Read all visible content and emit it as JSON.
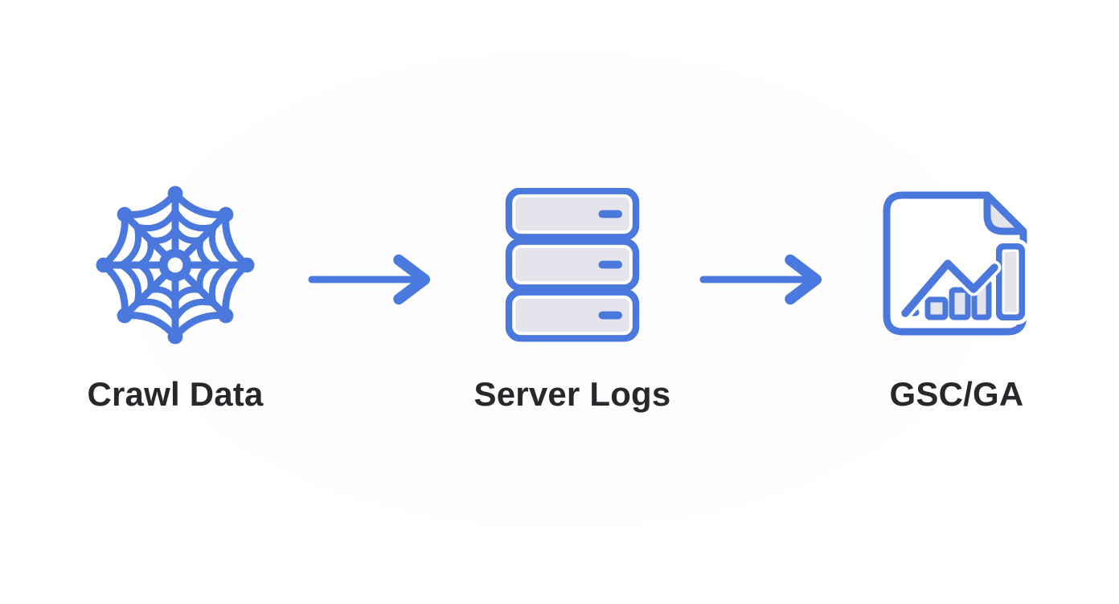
{
  "diagram": {
    "type": "horizontal-flow",
    "background": "#ffffff",
    "colors": {
      "accent_blue": "#4a78dd",
      "icon_fill_gray": "#e3e4ec",
      "label_text": "#26282b",
      "icon_inner_line": "#ffffff"
    },
    "nodes": [
      {
        "id": "crawl-data",
        "label": "Crawl Data",
        "icon": "spider-web-icon"
      },
      {
        "id": "server-logs",
        "label": "Server Logs",
        "icon": "server-stack-icon"
      },
      {
        "id": "gsc-ga",
        "label": "GSC/GA",
        "icon": "analytics-report-icon"
      }
    ],
    "connectors": [
      {
        "from": "Crawl Data",
        "to": "Server Logs",
        "type": "arrow-right"
      },
      {
        "from": "Server Logs",
        "to": "GSC/GA",
        "type": "arrow-right"
      }
    ]
  }
}
